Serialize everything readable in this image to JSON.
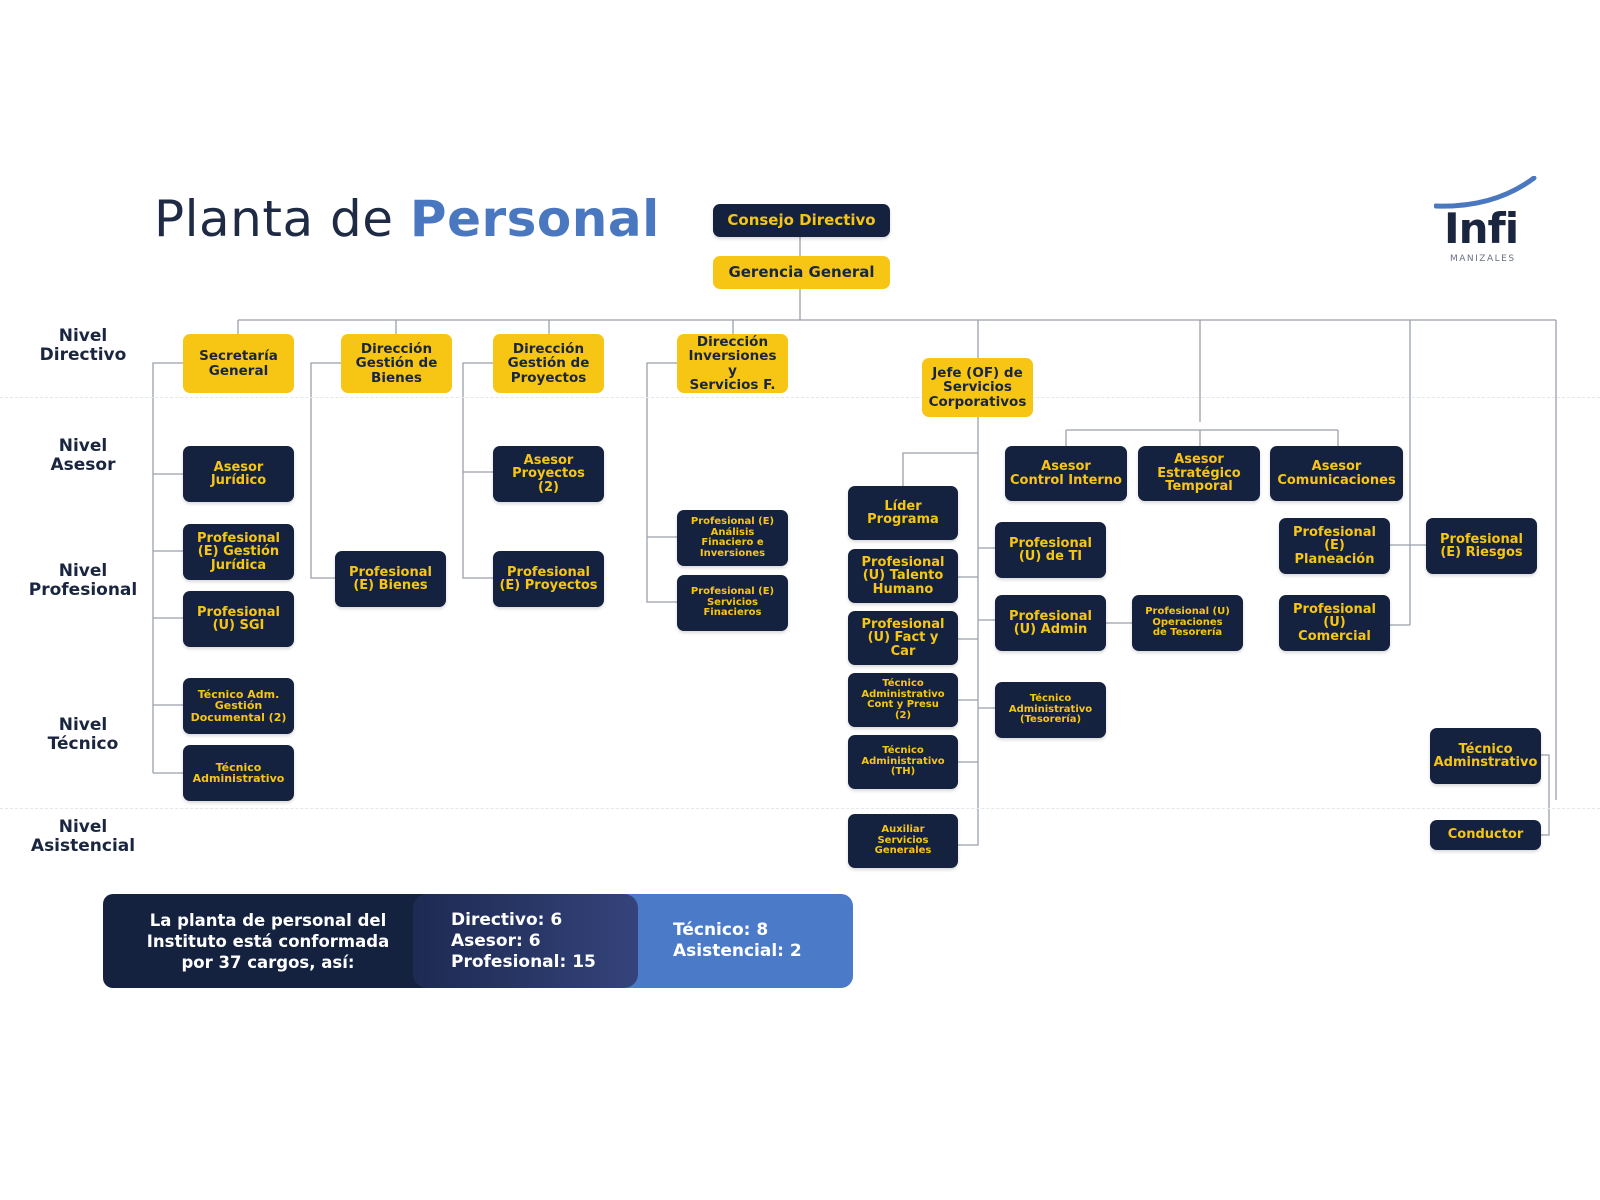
{
  "header": {
    "title_plain": "Planta de",
    "title_accent": "Personal"
  },
  "logo": {
    "word": "Infi",
    "sub": "MANIZALES",
    "color": "#1a2540",
    "accent": "#4a78c0"
  },
  "levels": {
    "directivo": "Nivel\nDirectivo",
    "asesor": "Nivel\nAsesor",
    "profesional": "Nivel\nProfesional",
    "tecnico": "Nivel\nTécnico",
    "asistencial": "Nivel\nAsistencial"
  },
  "colors": {
    "yellow": "#f7c614",
    "navy": "#14223f",
    "accent_blue": "#4a78c0",
    "line": "#9aa0aa"
  },
  "nodes": {
    "consejo": "Consejo Directivo",
    "gerencia": "Gerencia General",
    "secretaria": "Secretaría\nGeneral",
    "dir_bienes": "Dirección\nGestión de\nBienes",
    "dir_proyectos": "Dirección\nGestión de\nProyectos",
    "dir_inversiones": "Dirección\nInversiones y\nServicios F.",
    "jefe_servicios": "Jefe (OF) de\nServicios\nCorporativos",
    "asesor_juridico": "Asesor\nJurídico",
    "prof_gestion_juridica": "Profesional\n(E) Gestión\nJurídica",
    "prof_sgi": "Profesional\n(U) SGI",
    "tec_gestion_documental": "Técnico Adm.\nGestión\nDocumental (2)",
    "tec_admin_1": "Técnico\nAdministrativo",
    "prof_bienes": "Profesional\n(E) Bienes",
    "asesor_proyectos": "Asesor\nProyectos\n(2)",
    "prof_proyectos": "Profesional\n(E) Proyectos",
    "prof_analisis": "Profesional (E)\nAnálisis\nFinaciero e\nInversiones",
    "prof_servicios_fin": "Profesional (E)\nServicios\nFinacieros",
    "lider_programa": "Líder\nPrograma",
    "prof_talento": "Profesional\n(U) Talento\nHumano",
    "prof_fact": "Profesional\n(U) Fact y\nCar",
    "tec_cont": "Técnico\nAdministrativo\nCont y Presu\n(2)",
    "tec_th": "Técnico\nAdministrativo\n(TH)",
    "aux_servicios": "Auxiliar\nServicios\nGenerales",
    "asesor_control": "Asesor\nControl Interno",
    "asesor_estrategico": "Asesor\nEstratégico\nTemporal",
    "asesor_comunicaciones": "Asesor\nComunicaciones",
    "prof_ti": "Profesional\n(U) de TI",
    "prof_admin": "Profesional\n(U) Admin",
    "tec_tesoreria": "Técnico\nAdministrativo\n(Tesorería)",
    "prof_operaciones": "Profesional (U)\nOperaciones\nde Tesorería",
    "prof_planeacion": "Profesional\n(E)\nPlaneación",
    "prof_comercial": "Profesional\n(U)\nComercial",
    "prof_riesgos": "Profesional\n(E) Riesgos",
    "tec_admin_2": "Técnico\nAdminstrativo",
    "conductor": "Conductor"
  },
  "summary": {
    "intro": "La planta de personal del\nInstituto está conformada\npor 37 cargos, así:",
    "directivo": "Directivo: 6",
    "asesor": "Asesor: 6",
    "profesional": "Profesional: 15",
    "tecnico": "Técnico: 8",
    "asistencial": "Asistencial: 2"
  }
}
